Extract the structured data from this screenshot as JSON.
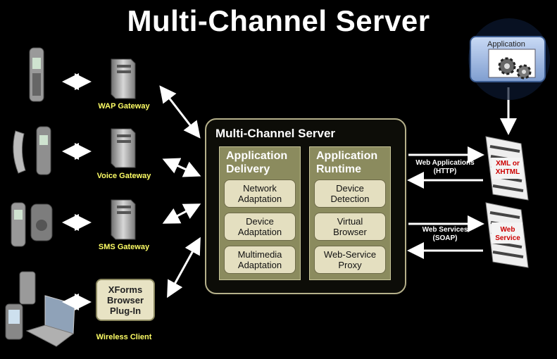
{
  "title": "Multi-Channel Server",
  "gateways": [
    {
      "label": "WAP Gateway"
    },
    {
      "label": "Voice Gateway"
    },
    {
      "label": "SMS Gateway"
    }
  ],
  "xforms_label": "XForms Browser Plug-In",
  "wireless_client_label": "Wireless Client",
  "server": {
    "title": "Multi-Channel Server",
    "delivery": {
      "title": "Application Delivery",
      "boxes": [
        "Network Adaptation",
        "Device Adaptation",
        "Multimedia Adaptation"
      ]
    },
    "runtime": {
      "title": "Application Runtime",
      "boxes": [
        "Device Detection",
        "Virtual Browser",
        "Web-Service Proxy"
      ]
    }
  },
  "connections": {
    "web_apps": "Web Applications (HTTP)",
    "web_services": "Web Services (SOAP)"
  },
  "docs": {
    "xml": "XML or XHTML",
    "web_service": "Web Service"
  },
  "application_label": "Application",
  "colors": {
    "gateway_label": "#ffff66",
    "column_fill": "#8b8b5e",
    "box_fill": "#e4dfc0",
    "doc_text": "#cc0000",
    "server_border": "#b5b08a"
  }
}
